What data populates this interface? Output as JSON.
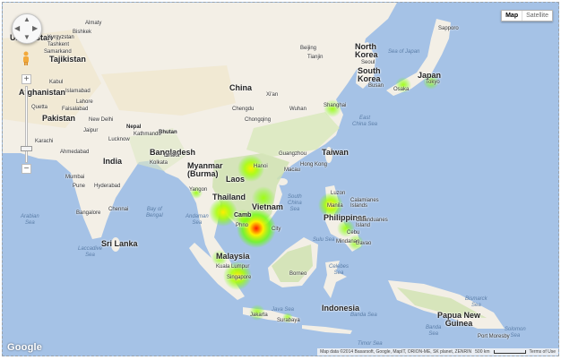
{
  "map": {
    "type_control": {
      "map": "Map",
      "satellite": "Satellite"
    },
    "attribution": "Map data ©2014 Basarsoft, Google, MapIT, ORION-ME, SK planet, ZENRIN",
    "scale": "500 km",
    "terms": "Terms of Use",
    "google": "Google",
    "controls": {
      "zoom_in": "+",
      "zoom_out": "−"
    }
  },
  "labels": {
    "countries": [
      {
        "id": "uzbekistan",
        "text": "Uzbekistan"
      },
      {
        "id": "kyrgyzstan",
        "text": "Kyrgyzstan"
      },
      {
        "id": "tajikistan",
        "text": "Tajikistan"
      },
      {
        "id": "afghanistan",
        "text": "Afghanistan"
      },
      {
        "id": "pakistan",
        "text": "Pakistan"
      },
      {
        "id": "china",
        "text": "China"
      },
      {
        "id": "nepal",
        "text": "Nepal"
      },
      {
        "id": "bhutan",
        "text": "Bhutan"
      },
      {
        "id": "india",
        "text": "India"
      },
      {
        "id": "bangladesh",
        "text": "Bangladesh"
      },
      {
        "id": "myanmar",
        "text": "Myanmar\n(Burma)"
      },
      {
        "id": "laos",
        "text": "Laos"
      },
      {
        "id": "thailand",
        "text": "Thailand"
      },
      {
        "id": "vietnam",
        "text": "Vietnam"
      },
      {
        "id": "cambodia",
        "text": "Camb"
      },
      {
        "id": "srilanka",
        "text": "Sri Lanka"
      },
      {
        "id": "malaysia",
        "text": "Malaysia"
      },
      {
        "id": "philippines",
        "text": "Philippines"
      },
      {
        "id": "indonesia",
        "text": "Indonesia"
      },
      {
        "id": "png",
        "text": "Papua New\nGuinea"
      },
      {
        "id": "northkorea",
        "text": "North\nKorea"
      },
      {
        "id": "southkorea",
        "text": "South\nKorea"
      },
      {
        "id": "japan",
        "text": "Japan"
      },
      {
        "id": "taiwan",
        "text": "Taiwan"
      }
    ],
    "cities": [
      {
        "id": "almaty",
        "text": "Almaty"
      },
      {
        "id": "bishkek",
        "text": "Bishkek"
      },
      {
        "id": "tashkent",
        "text": "Tashkent"
      },
      {
        "id": "samarkand",
        "text": "Samarkand"
      },
      {
        "id": "kabul",
        "text": "Kabul"
      },
      {
        "id": "islamabad",
        "text": "Islamabad"
      },
      {
        "id": "lahore",
        "text": "Lahore"
      },
      {
        "id": "quetta",
        "text": "Quetta"
      },
      {
        "id": "faisalabad",
        "text": "Faisalabad"
      },
      {
        "id": "newdelhi",
        "text": "New Delhi"
      },
      {
        "id": "jaipur",
        "text": "Jaipur"
      },
      {
        "id": "lucknow",
        "text": "Lucknow"
      },
      {
        "id": "kathmandu",
        "text": "Kathmandu"
      },
      {
        "id": "karachi",
        "text": "Karachi"
      },
      {
        "id": "ahmedabad",
        "text": "Ahmedabad"
      },
      {
        "id": "kolkata",
        "text": "Kolkata"
      },
      {
        "id": "dhaka",
        "text": "Dhaka"
      },
      {
        "id": "mumbai",
        "text": "Mumbai"
      },
      {
        "id": "pune",
        "text": "Pune"
      },
      {
        "id": "hyderabad",
        "text": "Hyderabad"
      },
      {
        "id": "bangalore",
        "text": "Bangalore"
      },
      {
        "id": "chennai",
        "text": "Chennai"
      },
      {
        "id": "yangon",
        "text": "Yangon"
      },
      {
        "id": "chengdu",
        "text": "Chengdu"
      },
      {
        "id": "chongqing",
        "text": "Chongqing"
      },
      {
        "id": "xian",
        "text": "Xi'an"
      },
      {
        "id": "wuhan",
        "text": "Wuhan"
      },
      {
        "id": "beijing",
        "text": "Beijing"
      },
      {
        "id": "tianjin",
        "text": "Tianjin"
      },
      {
        "id": "shanghai",
        "text": "Shanghai"
      },
      {
        "id": "guangzhou",
        "text": "Guangzhou"
      },
      {
        "id": "hongkong",
        "text": "Hong Kong"
      },
      {
        "id": "macau",
        "text": "Macau"
      },
      {
        "id": "seoul",
        "text": "Seoul"
      },
      {
        "id": "busan",
        "text": "Busan"
      },
      {
        "id": "osaka",
        "text": "Osaka"
      },
      {
        "id": "tokyo",
        "text": "Tokyo"
      },
      {
        "id": "sapporo",
        "text": "Sapporo"
      },
      {
        "id": "hanoi",
        "text": "Hanoi"
      },
      {
        "id": "phnompenh",
        "text": "Phno"
      },
      {
        "id": "hcmc",
        "text": "City"
      },
      {
        "id": "kl",
        "text": "Kuala Lumpur"
      },
      {
        "id": "singapore",
        "text": "Singapore"
      },
      {
        "id": "jakarta",
        "text": "Jakarta"
      },
      {
        "id": "surabaya",
        "text": "Surabaya"
      },
      {
        "id": "manila",
        "text": "Manila"
      },
      {
        "id": "cebu",
        "text": "Cebu"
      },
      {
        "id": "davao",
        "text": "Davao"
      },
      {
        "id": "mindanao",
        "text": "Mindanao"
      },
      {
        "id": "luzon",
        "text": "Luzon"
      },
      {
        "id": "calamianes",
        "text": "Calamianes\nIslands"
      },
      {
        "id": "catanduanes",
        "text": "Catanduanes\nIsland"
      },
      {
        "id": "borneo",
        "text": "Borneo"
      },
      {
        "id": "port",
        "text": "Port Moresby"
      }
    ],
    "seas": [
      {
        "id": "aral",
        "text": "Arabian\nSea"
      },
      {
        "id": "laccadive",
        "text": "Laccadive\nSea"
      },
      {
        "id": "bengal",
        "text": "Bay of\nBengal"
      },
      {
        "id": "andaman",
        "text": "Andaman\nSea"
      },
      {
        "id": "southchina",
        "text": "South\nChina\nSea"
      },
      {
        "id": "eastchina",
        "text": "East\nChina Sea"
      },
      {
        "id": "japansea",
        "text": "Sea of Japan"
      },
      {
        "id": "sulu",
        "text": "Sulu Sea"
      },
      {
        "id": "celebes",
        "text": "Celebes\nSea"
      },
      {
        "id": "banda",
        "text": "Banda Sea"
      },
      {
        "id": "java",
        "text": "Java Sea"
      },
      {
        "id": "timor",
        "text": "Timor Sea"
      },
      {
        "id": "bismarck",
        "text": "Bismarck\nSea"
      },
      {
        "id": "solomon",
        "text": "Solomon\nSea"
      },
      {
        "id": "bandai",
        "text": "Banda\nSea"
      }
    ]
  },
  "heatmap": {
    "type": "heatmap",
    "points": [
      {
        "place": "Ho Chi Minh City region",
        "intensity": 1.0
      },
      {
        "place": "Bangkok",
        "intensity": 0.55
      },
      {
        "place": "Hanoi",
        "intensity": 0.45
      },
      {
        "place": "Da Nang",
        "intensity": 0.4
      },
      {
        "place": "Singapore",
        "intensity": 0.55
      },
      {
        "place": "Kuala Lumpur",
        "intensity": 0.3
      },
      {
        "place": "Manila",
        "intensity": 0.45
      },
      {
        "place": "Cebu",
        "intensity": 0.35
      },
      {
        "place": "Davao",
        "intensity": 0.3
      },
      {
        "place": "Shanghai",
        "intensity": 0.35
      },
      {
        "place": "Osaka",
        "intensity": 0.3
      },
      {
        "place": "Tokyo",
        "intensity": 0.3
      },
      {
        "place": "Jakarta",
        "intensity": 0.25
      },
      {
        "place": "Surabaya",
        "intensity": 0.2
      },
      {
        "place": "Yangon",
        "intensity": 0.2
      },
      {
        "place": "Phnom Penh",
        "intensity": 0.35
      }
    ],
    "colors": {
      "low": "#66ff00",
      "mid": "#ffee00",
      "high": "#ff1a00"
    }
  },
  "colors": {
    "water": "#a5c2e6",
    "land": "#f3efe6",
    "green": "#cfe2b0",
    "desert": "#efe3c2"
  }
}
